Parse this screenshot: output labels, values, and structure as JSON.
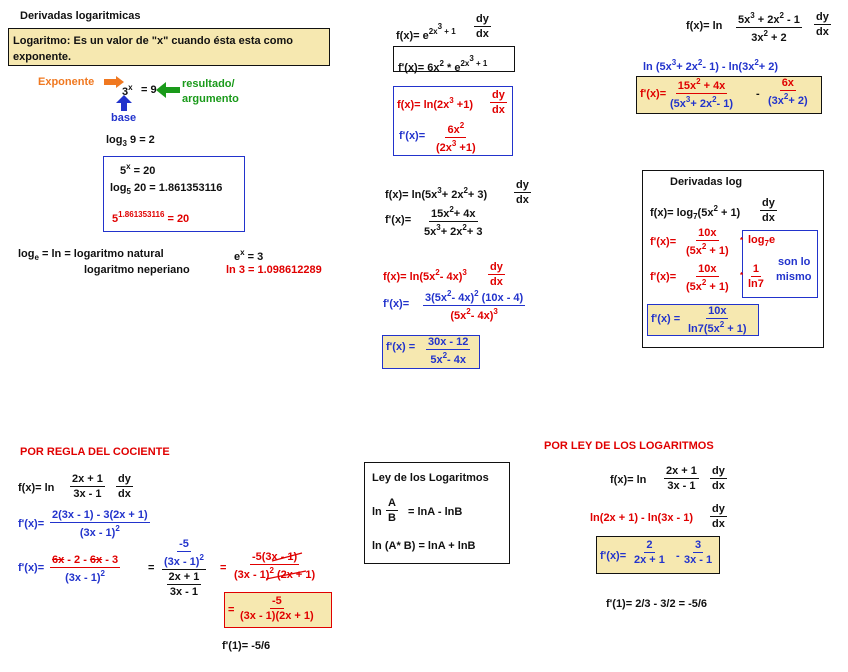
{
  "title": "Derivadas logaritmicas",
  "definition": "Logaritmo: Es un valor de \"x\" cuando ésta esta como exponente.",
  "exp_example": {
    "base": "3",
    "exp": "x",
    "result": "= 9",
    "label_exponente": "Exponente",
    "label_resultado": "resultado/",
    "label_argumento": "argumento",
    "label_base": "base"
  },
  "log3": {
    "a": "log",
    "sub": "3",
    "b": "9 = 2"
  },
  "box1": {
    "l1a": "5",
    "l1sup": "x",
    "l1b": " = 20",
    "l2a": "log",
    "l2sub": "5",
    "l2b": " 20 = 1.861353116",
    "l3a": "5",
    "l3sup": "1.861353116",
    "l3b": " = 20"
  },
  "ln_def": {
    "a": "log",
    "sub": "e",
    "b": " = ln = logaritmo natural",
    "c": "logaritmo neperiano",
    "ex_a": "e",
    "ex_sup": "x",
    "ex_b": " = 3",
    "ln3": "ln 3 = 1.098612289"
  },
  "mid1": {
    "f": "f(x)=",
    "e": "e",
    "sup": "2x",
    "sup2": "3",
    "sup3": " + 1",
    "dy": "dy",
    "dx": "dx",
    "fp": "f'(x)=",
    "fp_a": "6x",
    "fp_sup": "2",
    "fp_b": " * e",
    "fp_sup2": "2x",
    "fp_sup3": "3",
    "fp_c": " + 1"
  },
  "mid2": {
    "f": "f(x)=",
    "fn": "ln(2x",
    "fn_sup": "3",
    "fn_b": " +1)",
    "dy": "dy",
    "dx": "dx",
    "fp": "f'(x)=",
    "num": "6x",
    "num_sup": "2",
    "den": "(2x",
    "den_sup": "3",
    "den_b": " +1)"
  },
  "mid3": {
    "f": "f(x)= ln(5x",
    "s1": "3",
    "b": "+ 2x",
    "s2": "2",
    "c": "+ 3)",
    "dy": "dy",
    "dx": "dx",
    "fp": "f'(x)=",
    "num": "15x",
    "num_sup": "2",
    "num_b": "+ 4x",
    "den": "5x",
    "den_sup": "3",
    "den_b": "+ 2x",
    "den_sup2": "2",
    "den_c": "+ 3"
  },
  "mid4": {
    "f": "f(x)=",
    "fn": "ln(5x",
    "s1": "2",
    "fn_b": "- 4x)",
    "s2": "3",
    "dy": "dy",
    "dx": "dx",
    "fp": "f'(x)=",
    "num": "3(5x",
    "num_s": "2",
    "num_b": "- 4x)",
    "num_s2": "2",
    "num_c": "(10x - 4)",
    "den": "(5x",
    "den_s": "2",
    "den_b": "- 4x)",
    "den_s2": "3",
    "ans_lbl": "f'(x) =",
    "ans_num": "30x - 12",
    "ans_den": "5x",
    "ans_den_s": "2",
    "ans_den_b": "- 4x"
  },
  "right1": {
    "f": "f(x)=",
    "ln": "ln",
    "num": "5x",
    "ns": "3",
    "nb": " + 2x",
    "ns2": "2",
    "nc": " - 1",
    "den": "3x",
    "ds": "2",
    "db": " + 2",
    "dy": "dy",
    "dx": "dx",
    "blue": "ln (5x",
    "bs": "3",
    "bb": "+ 2x",
    "bs2": "2",
    "bc": "- 1)  -  ln(3x",
    "bs3": "2",
    "bd": "+ 2)",
    "fp": "f'(x)=",
    "n1": "15x",
    "n1s": "2",
    "n1b": " + 4x",
    "d1": "(5x",
    "d1s": "3",
    "d1b": "+ 2x",
    "d1s2": "2",
    "d1c": "- 1)",
    "minus": "-",
    "n2": "6x",
    "d2": "(3x",
    "d2s": "2",
    "d2b": "+ 2)"
  },
  "right2": {
    "title": "Derivadas log",
    "f": "f(x)=",
    "fn": "log",
    "fsub": "7",
    "fb": "(5x",
    "fs": "2",
    "fc": " + 1)",
    "dy": "dy",
    "dx": "dx",
    "fp": "f'(x)=",
    "n": "10x",
    "d": "(5x",
    "ds": "2",
    "db": " + 1)",
    "star": "*",
    "log7e": "log",
    "log7e_sub": "7",
    "log7e_b": "e",
    "one": "1",
    "ln7": "ln7",
    "side1": "son lo",
    "side2": "mismo",
    "ans_lbl": "f'(x) =",
    "ans_n": "10x",
    "ans_d": "ln7(5x",
    "ans_ds": "2",
    "ans_db": " + 1)"
  },
  "cociente": {
    "title": "POR REGLA DEL COCIENTE",
    "f": "f(x)=",
    "ln": "ln",
    "fn": "2x + 1",
    "fd": "3x - 1",
    "dy": "dy",
    "dx": "dx",
    "fp": "f'(x)=",
    "n1": "2(3x - 1) - 3(2x + 1)",
    "d1": "(3x - 1)",
    "d1s": "2",
    "fp2": "f'(x)=",
    "n2a": "6x",
    "n2b": " - 2 - ",
    "n2c": "6x",
    "n2d": " - 3",
    "d2": "(3x - 1)",
    "d2s": "2",
    "eq": "=",
    "n3a": "-5",
    "n3b": "(3x - 1)",
    "n3bs": "2",
    "d3a": "2x + 1",
    "d3b": "3x - 1",
    "eq2": "=",
    "n4": "-5(3x - 1)",
    "d4": "(3x - 1)",
    "d4s": "2",
    "d4b": " (2x + 1)",
    "eq3": "=",
    "n5": "-5",
    "d5": "(3x - 1)(2x + 1)",
    "ev": "f'(1)=",
    "ev_val": "-5/6"
  },
  "ley_box": {
    "title": "Ley de los Logaritmos",
    "ln1": "ln",
    "A": "A",
    "B": "B",
    "r1": "=  lnA  -  lnB",
    "l2": "ln (A* B)  =  lnA + lnB"
  },
  "leyes": {
    "title": "POR  LEY DE LOS LOGARITMOS",
    "f": "f(x)=",
    "ln": "ln",
    "fn": "2x + 1",
    "fd": "3x - 1",
    "dy": "dy",
    "dx": "dx",
    "red": "ln(2x + 1) - ln(3x - 1)",
    "fp": "f'(x)=",
    "n1": "2",
    "d1": "2x + 1",
    "minus": "-",
    "n2": "3",
    "d2": "3x - 1",
    "ev": "f'(1)=  2/3 - 3/2 =  -5/6"
  },
  "colors": {
    "red": "#e00000",
    "blue": "#2233cc",
    "green": "#1a9a1a",
    "orange": "#f07820",
    "tan": "#f6e8b0"
  }
}
